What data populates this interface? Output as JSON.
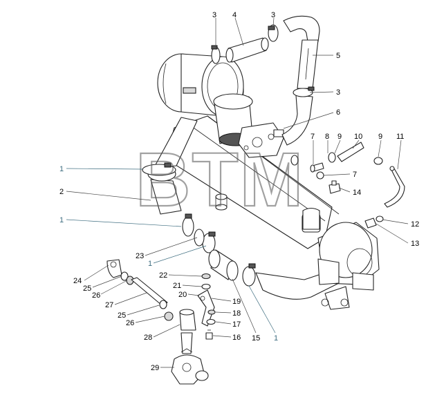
{
  "watermark": "BTM",
  "callouts": [
    {
      "id": "c-3a",
      "label": "3"
    },
    {
      "id": "c-4",
      "label": "4"
    },
    {
      "id": "c-3b",
      "label": "3"
    },
    {
      "id": "c-5",
      "label": "5"
    },
    {
      "id": "c-3c",
      "label": "3"
    },
    {
      "id": "c-6",
      "label": "6"
    },
    {
      "id": "c-7a",
      "label": "7"
    },
    {
      "id": "c-8",
      "label": "8"
    },
    {
      "id": "c-9a",
      "label": "9"
    },
    {
      "id": "c-10",
      "label": "10"
    },
    {
      "id": "c-9b",
      "label": "9"
    },
    {
      "id": "c-11",
      "label": "11"
    },
    {
      "id": "c-7b",
      "label": "7"
    },
    {
      "id": "c-14",
      "label": "14"
    },
    {
      "id": "c-1a",
      "label": "1"
    },
    {
      "id": "c-2",
      "label": "2"
    },
    {
      "id": "c-1b",
      "label": "1"
    },
    {
      "id": "c-12",
      "label": "12"
    },
    {
      "id": "c-13",
      "label": "13"
    },
    {
      "id": "c-23",
      "label": "23"
    },
    {
      "id": "c-1c",
      "label": "1"
    },
    {
      "id": "c-24",
      "label": "24"
    },
    {
      "id": "c-25a",
      "label": "25"
    },
    {
      "id": "c-26a",
      "label": "26"
    },
    {
      "id": "c-27",
      "label": "27"
    },
    {
      "id": "c-22",
      "label": "22"
    },
    {
      "id": "c-21",
      "label": "21"
    },
    {
      "id": "c-20",
      "label": "20"
    },
    {
      "id": "c-19",
      "label": "19"
    },
    {
      "id": "c-18",
      "label": "18"
    },
    {
      "id": "c-17",
      "label": "17"
    },
    {
      "id": "c-16",
      "label": "16"
    },
    {
      "id": "c-15",
      "label": "15"
    },
    {
      "id": "c-1d",
      "label": "1"
    },
    {
      "id": "c-25b",
      "label": "25"
    },
    {
      "id": "c-26b",
      "label": "26"
    },
    {
      "id": "c-28",
      "label": "28"
    },
    {
      "id": "c-29",
      "label": "29"
    }
  ]
}
